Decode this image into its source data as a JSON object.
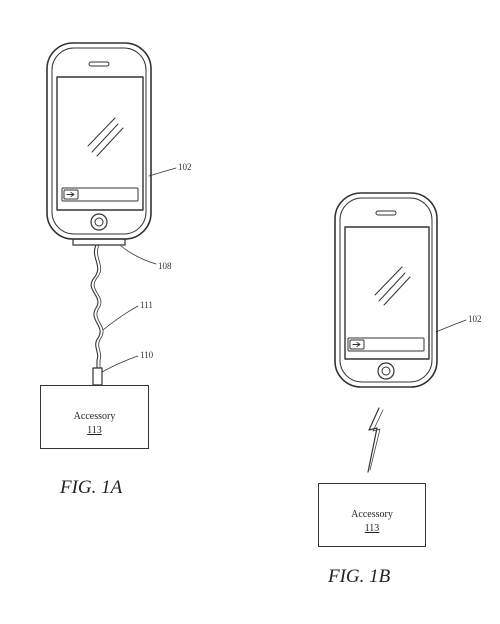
{
  "figure_1a": {
    "caption": "FIG. 1A",
    "device_ref": "102",
    "connector_ref": "108",
    "cable_ref": "111",
    "plug_ref": "110",
    "accessory_label": "Accessory",
    "accessory_number": "113"
  },
  "figure_1b": {
    "caption": "FIG. 1B",
    "device_ref": "102",
    "accessory_label": "Accessory",
    "accessory_number": "113"
  }
}
